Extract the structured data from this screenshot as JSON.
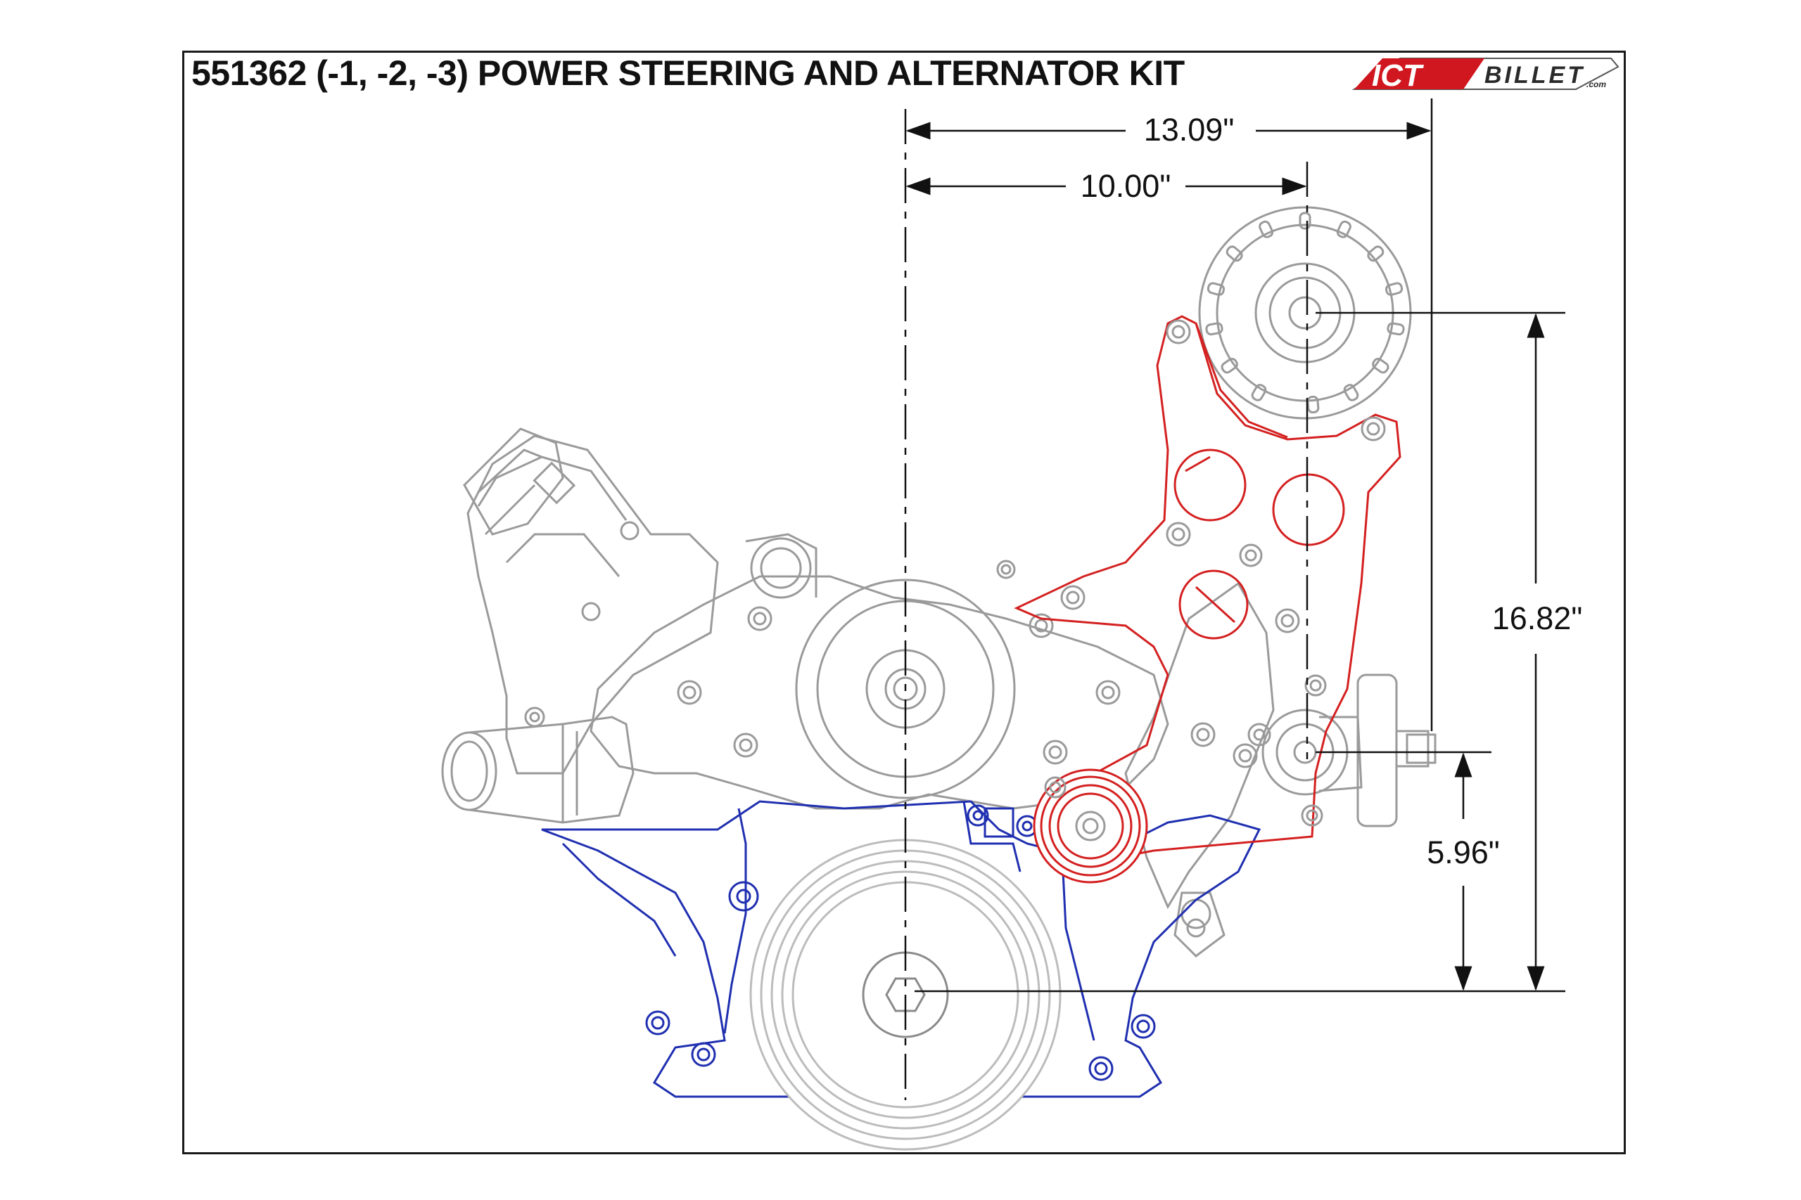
{
  "title": "551362 (-1, -2, -3) POWER STEERING AND ALTERNATOR KIT",
  "logo": {
    "brand": "ICT",
    "sub": "BILLET",
    "suffix": ".com",
    "colors": {
      "red": "#d0161e",
      "dark": "#2a2a2a"
    }
  },
  "dimensions": {
    "overall_width": "13.09\"",
    "pulley_width": "10.00\"",
    "overall_height": "16.82\"",
    "lower_height": "5.96\""
  },
  "colors": {
    "engine": "#9a9a9a",
    "timing_cover": "#1f2fb0",
    "bracket": "#d42020",
    "dimension": "#111111"
  }
}
